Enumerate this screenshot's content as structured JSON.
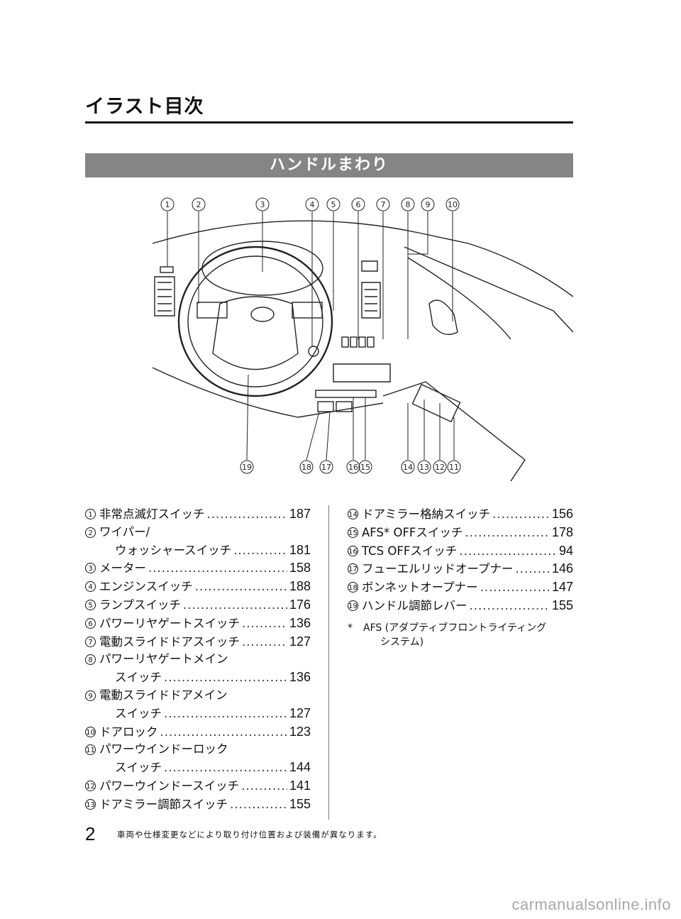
{
  "page": {
    "title": "イラスト目次",
    "section": "ハンドルまわり",
    "page_number": "2",
    "disclaimer": "車両や仕様変更などにより取り付け位置および装備が異なります。",
    "watermark": "carmanualsonline.info"
  },
  "callouts": [
    "1",
    "2",
    "3",
    "4",
    "5",
    "6",
    "7",
    "8",
    "9",
    "10",
    "11",
    "12",
    "13",
    "14",
    "15",
    "16",
    "17",
    "18",
    "19"
  ],
  "left_column": [
    {
      "num": "1",
      "lines": [
        "非常点滅灯スイッチ"
      ],
      "page": "187"
    },
    {
      "num": "2",
      "lines": [
        "ワイパー/",
        "ウォッシャースイッチ"
      ],
      "page": "181"
    },
    {
      "num": "3",
      "lines": [
        "メーター"
      ],
      "page": "158"
    },
    {
      "num": "4",
      "lines": [
        "エンジンスイッチ"
      ],
      "page": "188"
    },
    {
      "num": "5",
      "lines": [
        "ランプスイッチ"
      ],
      "page": "176"
    },
    {
      "num": "6",
      "lines": [
        "パワーリヤゲートスイッチ"
      ],
      "page": "136"
    },
    {
      "num": "7",
      "lines": [
        "電動スライドドアスイッチ"
      ],
      "page": "127"
    },
    {
      "num": "8",
      "lines": [
        "パワーリヤゲートメイン",
        "スイッチ"
      ],
      "page": "136"
    },
    {
      "num": "9",
      "lines": [
        "電動スライドドアメイン",
        "スイッチ"
      ],
      "page": "127"
    },
    {
      "num": "10",
      "lines": [
        "ドアロック"
      ],
      "page": "123"
    },
    {
      "num": "11",
      "lines": [
        "パワーウインドーロック",
        "スイッチ"
      ],
      "page": "144"
    },
    {
      "num": "12",
      "lines": [
        "パワーウインドースイッチ"
      ],
      "page": "141"
    },
    {
      "num": "13",
      "lines": [
        "ドアミラー調節スイッチ"
      ],
      "page": "155"
    }
  ],
  "right_column": [
    {
      "num": "14",
      "lines": [
        "ドアミラー格納スイッチ"
      ],
      "page": "156"
    },
    {
      "num": "15",
      "lines": [
        "AFS* OFFスイッチ"
      ],
      "page": "178"
    },
    {
      "num": "16",
      "lines": [
        "TCS OFFスイッチ"
      ],
      "page": "94"
    },
    {
      "num": "17",
      "lines": [
        "フューエルリッドオープナー"
      ],
      "page": "146"
    },
    {
      "num": "18",
      "lines": [
        "ボンネットオープナー"
      ],
      "page": "147"
    },
    {
      "num": "19",
      "lines": [
        "ハンドル調節レバー"
      ],
      "page": "155"
    }
  ],
  "footnote": {
    "mark": "*",
    "line1": "AFS (アダプティブフロントライティング",
    "line2": "システム)"
  }
}
